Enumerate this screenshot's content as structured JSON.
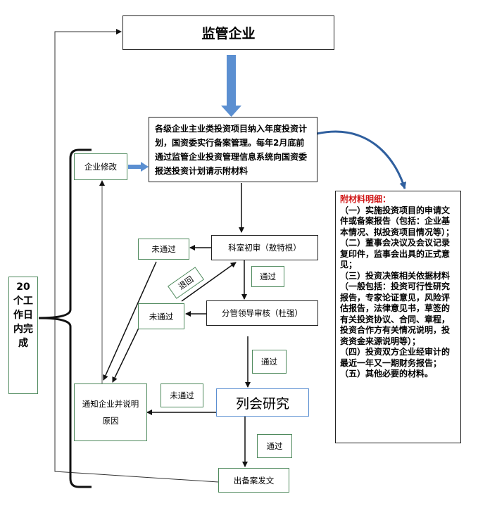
{
  "nodes": {
    "enterprise": "监管企业",
    "submit": "各级企业主业类投资项目纳入年度投资计划，国资委实行备案管理。每年2月底前通过监管企业投资管理信息系统向国资委报送投资计划请示附材料",
    "modify": "企业修改",
    "first_review": "科室初审（敖特根）",
    "leader_review": "分管领导审核（杜强）",
    "meeting": "列会研究",
    "notify": "通知企业并说明原因",
    "issue": "出备案发文",
    "days": "20个工作日内完成"
  },
  "labels": {
    "fail1": "未通过",
    "fail2": "未通过",
    "fail3": "未通过",
    "pass1": "通过",
    "pass2": "通过",
    "pass3": "通过",
    "return": "退回"
  },
  "attachment": {
    "title": "附材料明细：",
    "items": [
      "（一）实施投资项目的申请文件或备案报告（包括：企业基本情况、拟投资项目情况等）；",
      "（二）董事会决议及会议记录复印件，监事会出具的正式意见；",
      "（三）投资决策相关依据材料（一般包括：投资可行性研究报告，专家论证意见，风险评估报告，法律意见书，草签的有关投资协议、合同、章程，投资合作方有关情况说明，投资资金来源说明等）；",
      "（四）投资双方企业经审计的最近一年又一期财务报告；",
      "（五）其他必要的材料。"
    ]
  },
  "colors": {
    "big_arrow": "#5b8fd1",
    "green_border": "#4f8a5d",
    "attachment_title": "#d01818"
  }
}
